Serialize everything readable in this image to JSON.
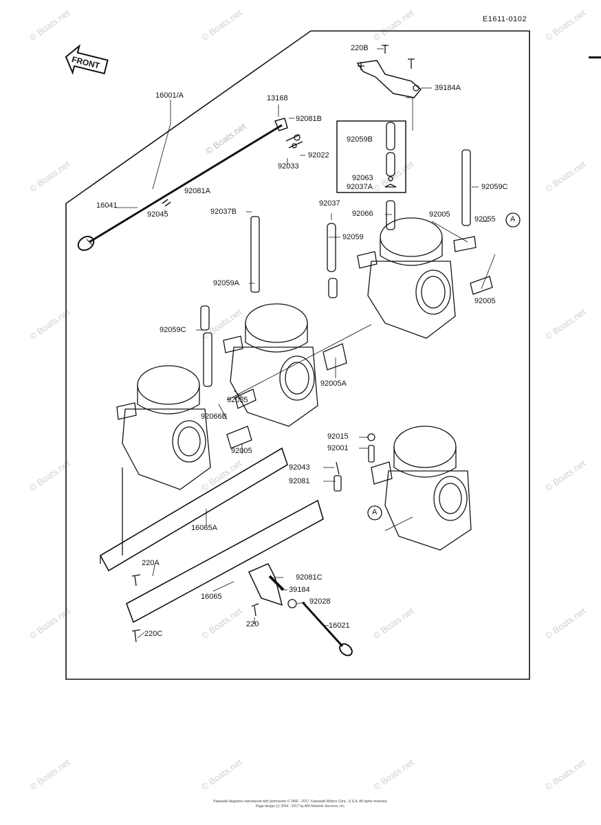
{
  "diagram_code": "E1611-0102",
  "front_label": "FRONT",
  "watermark_text": "© Boats.net",
  "center_watermark": "© Boats.net",
  "parts": {
    "p220B": "220B",
    "p39184A": "39184A",
    "p16001A": "16001/A",
    "p13168": "13168",
    "p92081B": "92081B",
    "p92022": "92022",
    "p92033": "92033",
    "p92059B": "92059B",
    "p92063": "92063",
    "p92037A": "92037A",
    "p92059C_top": "92059C",
    "p16041": "16041",
    "p92081A": "92081A",
    "p92045": "92045",
    "p92037B": "92037B",
    "p92037": "92037",
    "p92066": "92066",
    "p92005_top": "92005",
    "p92055_top": "92055",
    "p92059": "92059",
    "p92059A": "92059A",
    "p92005_right": "92005",
    "p92059C_left": "92059C",
    "p92005A": "92005A",
    "p92055_mid": "92055",
    "p92066B": "92066B",
    "p92005_mid": "92005",
    "p92015": "92015",
    "p92001": "92001",
    "p92043": "92043",
    "p92081": "92081",
    "p16065A": "16065A",
    "p220A": "220A",
    "p92081C": "92081C",
    "p16065": "16065",
    "p39184": "39184",
    "p92028": "92028",
    "p220": "220",
    "p16021": "16021",
    "p220C": "220C",
    "ref_A_top": "A",
    "ref_A_bottom": "A"
  },
  "footer": {
    "line1": "Kawasaki diagrams reproduced with permission © 1966 - 2017, Kawasaki Motors Corp., U.S.A. All rights reserved.",
    "line2": "Page design (c) 2004 - 2017 by ARI Network Services, Inc."
  }
}
